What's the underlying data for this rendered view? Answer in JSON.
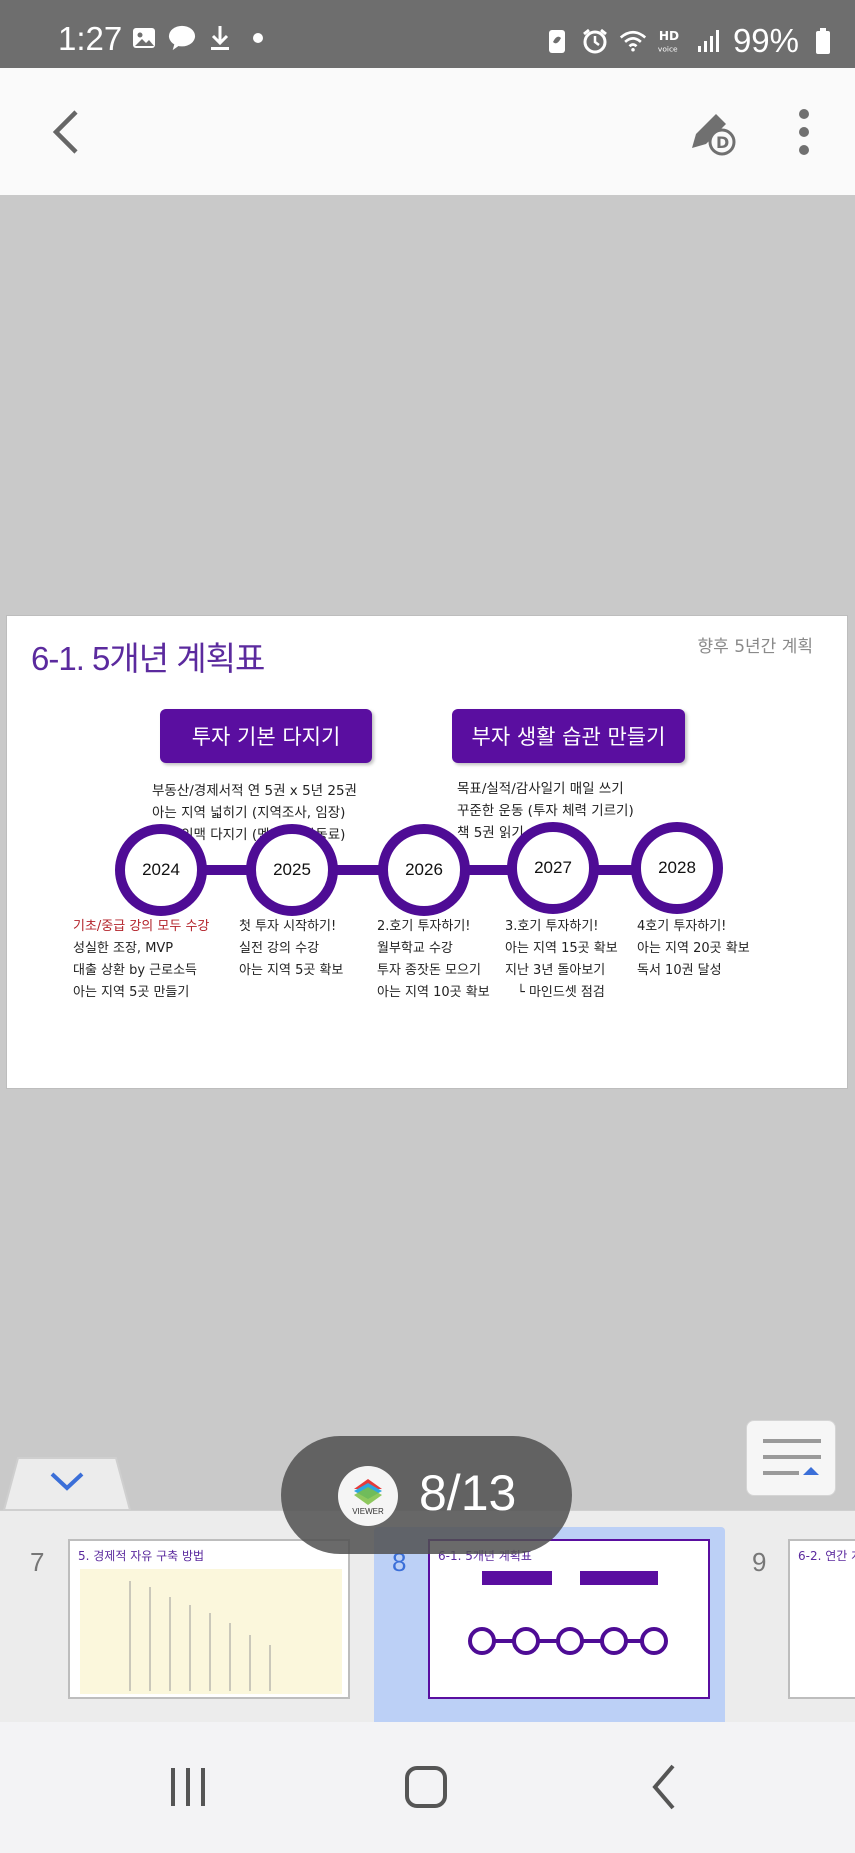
{
  "status": {
    "time": "1:27",
    "battery": "99%",
    "talk_label": "TALK"
  },
  "slide": {
    "title": "6-1. 5개년 계획표",
    "subtitle": "향후 5년간 계획",
    "pills": [
      "투자 기본 다지기",
      "부자 생활 습관 만들기"
    ],
    "left_bullets": [
      "부동산/경제서적 연 5권 x 5년 25권",
      "아는 지역 넓히기 (지역조사, 임장)",
      "투자 인맥 다지기 (멘토, 투자동료)"
    ],
    "right_bullets": [
      "목표/실적/감사일기 매일 쓰기",
      "꾸준한 운동 (투자 체력 기르기)",
      "책 5권 읽기"
    ],
    "years": [
      "2024",
      "2025",
      "2026",
      "2027",
      "2028"
    ],
    "columns": [
      [
        "기초/중급 강의 모두 수강",
        "성실한 조장, MVP",
        "대출 상환 by 근로소득",
        "아는 지역 5곳 만들기"
      ],
      [
        "첫 투자 시작하기!",
        "실전 강의 수강",
        "아는 지역 5곳 확보"
      ],
      [
        "2.호기 투자하기!",
        "월부학교 수강",
        "투자 종잣돈 모으기",
        "아는 지역 10곳 확보"
      ],
      [
        "3.호기 투자하기!",
        "아는 지역 15곳 확보",
        "지난 3년 돌아보기",
        "└ 마인드셋 점검"
      ],
      [
        "4호기 투자하기!",
        "아는 지역 20곳 확보",
        "독서 10권 달성"
      ]
    ]
  },
  "viewer": {
    "logo_label": "VIEWER",
    "page_indicator": "8/13"
  },
  "thumbnails": [
    {
      "num": "7",
      "title": "5. 경제적 자유 구축 방법"
    },
    {
      "num": "8",
      "title": "6-1. 5개년 계획표"
    },
    {
      "num": "9",
      "title": "6-2. 연간 계"
    }
  ],
  "colors": {
    "accent": "#5a0ea0",
    "title_purple": "#5b2a9e",
    "highlight_red": "#b3232b",
    "selection_blue": "#bcd0f6"
  }
}
